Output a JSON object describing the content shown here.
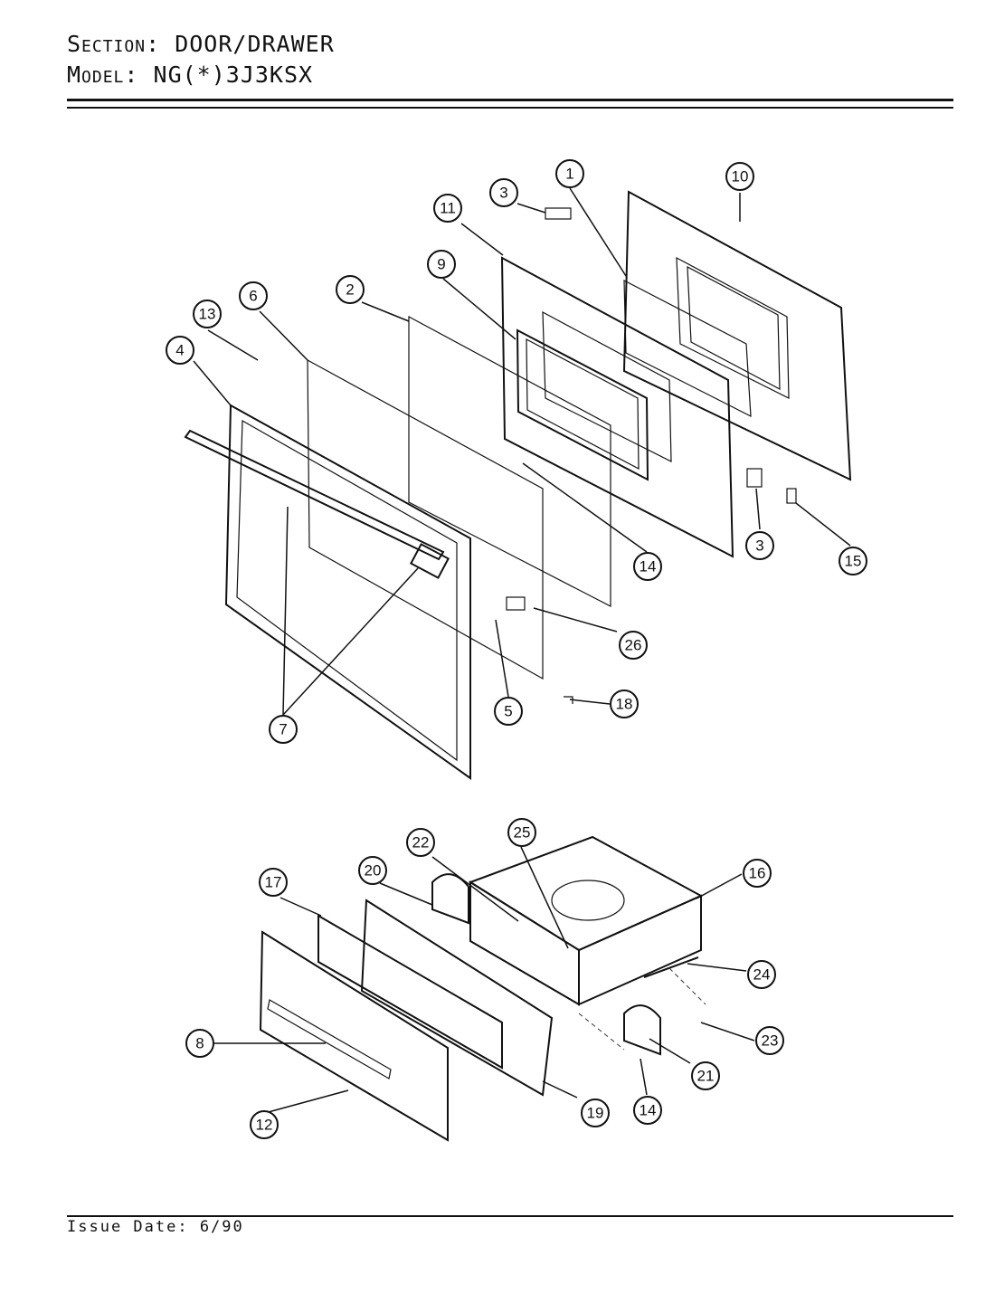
{
  "header": {
    "section_label": "Section:",
    "section_value": "DOOR/DRAWER",
    "model_label": "Model:",
    "model_value": "NG(*)3J3KSX"
  },
  "footer": {
    "issue_date": "Issue Date: 6/90"
  },
  "callouts": [
    "1",
    "2",
    "3",
    "3",
    "4",
    "5",
    "6",
    "7",
    "8",
    "9",
    "10",
    "11",
    "12",
    "13",
    "14",
    "14",
    "15",
    "16",
    "17",
    "18",
    "19",
    "20",
    "21",
    "22",
    "23",
    "24",
    "25",
    "26"
  ]
}
